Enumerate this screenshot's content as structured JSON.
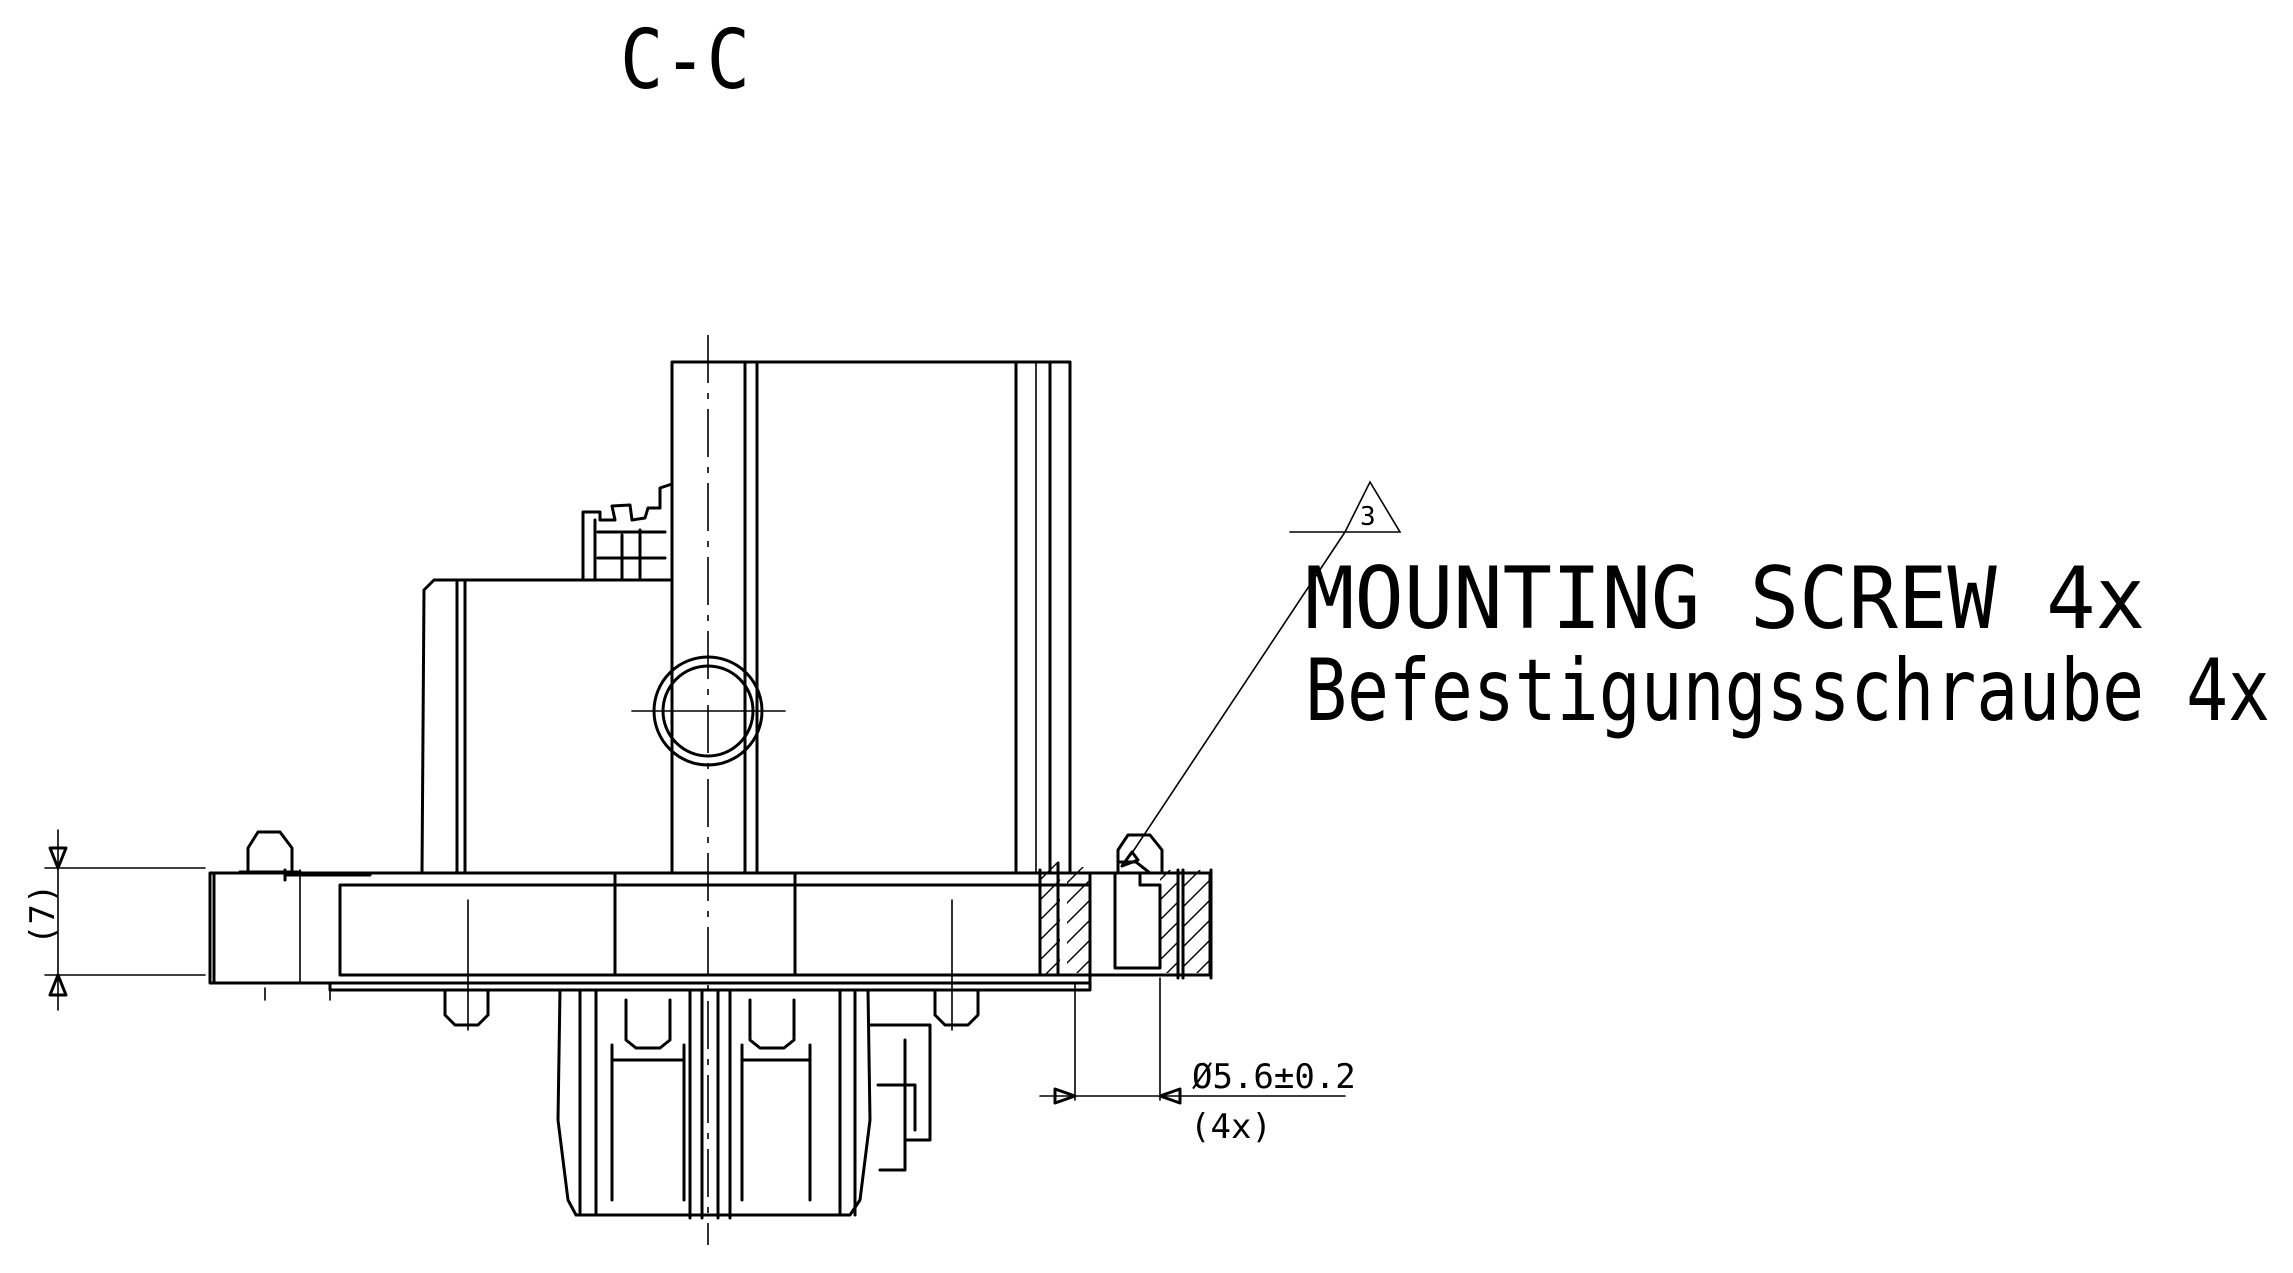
{
  "section_label": "C-C",
  "annotation": {
    "marker": "3",
    "line1": "MOUNTING SCREW 4x",
    "line2": "Befestigungsschraube 4x"
  },
  "dimensions": {
    "height_label": "(7)",
    "hole_diameter": "Ø5.6±0.2",
    "hole_count": "(4x)"
  }
}
